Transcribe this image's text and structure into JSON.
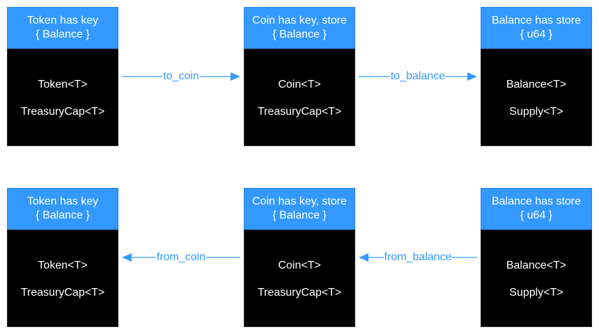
{
  "colors": {
    "header_bg": "#3399ff",
    "body_bg": "#000000",
    "arrow": "#3399ff"
  },
  "rows": [
    {
      "direction": "right",
      "boxes": [
        {
          "header": [
            "Token has key",
            "{ Balance }"
          ],
          "lines": [
            "Token<T>",
            "TreasuryCap<T>"
          ]
        },
        {
          "header": [
            "Coin has key, store",
            "{ Balance }"
          ],
          "lines": [
            "Coin<T>",
            "TreasuryCap<T>"
          ]
        },
        {
          "header": [
            "Balance has store",
            "{ u64 }"
          ],
          "lines": [
            "Balance<T>",
            "Supply<T>"
          ]
        }
      ],
      "arrows": [
        {
          "label": "to_coin"
        },
        {
          "label": "to_balance"
        }
      ]
    },
    {
      "direction": "left",
      "boxes": [
        {
          "header": [
            "Token has key",
            "{ Balance }"
          ],
          "lines": [
            "Token<T>",
            "TreasuryCap<T>"
          ]
        },
        {
          "header": [
            "Coin has key, store",
            "{ Balance }"
          ],
          "lines": [
            "Coin<T>",
            "TreasuryCap<T>"
          ]
        },
        {
          "header": [
            "Balance has store",
            "{ u64 }"
          ],
          "lines": [
            "Balance<T>",
            "Supply<T>"
          ]
        }
      ],
      "arrows": [
        {
          "label": "from_coin"
        },
        {
          "label": "from_balance"
        }
      ]
    }
  ]
}
